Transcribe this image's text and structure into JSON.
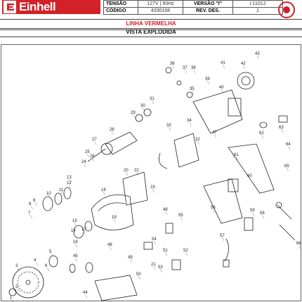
{
  "header": {
    "brand": "Einhell",
    "rows": [
      {
        "k1": "TENSÃO",
        "v1": "127V | 60Hz",
        "k2": "VERSÃO \"I\"",
        "v2": "I-11012"
      },
      {
        "k1": "CÓDIGO",
        "v1": "4330108",
        "k2": "REV. DES.",
        "v2": "1"
      }
    ],
    "line_title": "LINHA VERMELHA",
    "view_title": "VISTA EXPLODIDA"
  },
  "callouts": [
    "1",
    "2",
    "3",
    "4",
    "5",
    "6",
    "7",
    "8",
    "9",
    "10",
    "11",
    "12",
    "13",
    "14",
    "15",
    "16",
    "17",
    "18",
    "19",
    "20",
    "21",
    "22",
    "23",
    "24",
    "25",
    "26",
    "27",
    "28",
    "29",
    "30",
    "31",
    "32",
    "33",
    "34",
    "35",
    "36",
    "37",
    "38",
    "39",
    "40",
    "41",
    "42",
    "43",
    "44",
    "45",
    "46",
    "47",
    "48",
    "49",
    "50",
    "51",
    "52",
    "53",
    "54",
    "55",
    "56",
    "57",
    "58",
    "59",
    "60",
    "61",
    "62",
    "63",
    "64",
    "65",
    "66"
  ],
  "colors": {
    "brand": "#d42027",
    "line": "#222222"
  }
}
